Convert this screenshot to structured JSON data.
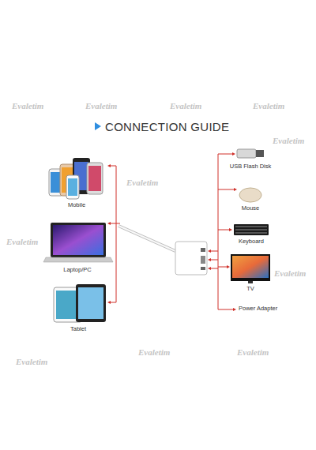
{
  "diagram": {
    "title": "CONNECTION GUIDE",
    "labels": [
      "Evaletim",
      "Evaletim",
      "Evaletim",
      "Evaletim",
      "Evaletim",
      "USB Flash Disk",
      "Evaletim",
      "Mobile",
      "Mouse",
      "Evaletim",
      "Keyboard",
      "Laptop/PC",
      "Evaletim",
      "TV",
      "Power Adapter",
      "Tablet",
      "Evaletim",
      "Evaletim",
      "Evaletim"
    ]
  }
}
